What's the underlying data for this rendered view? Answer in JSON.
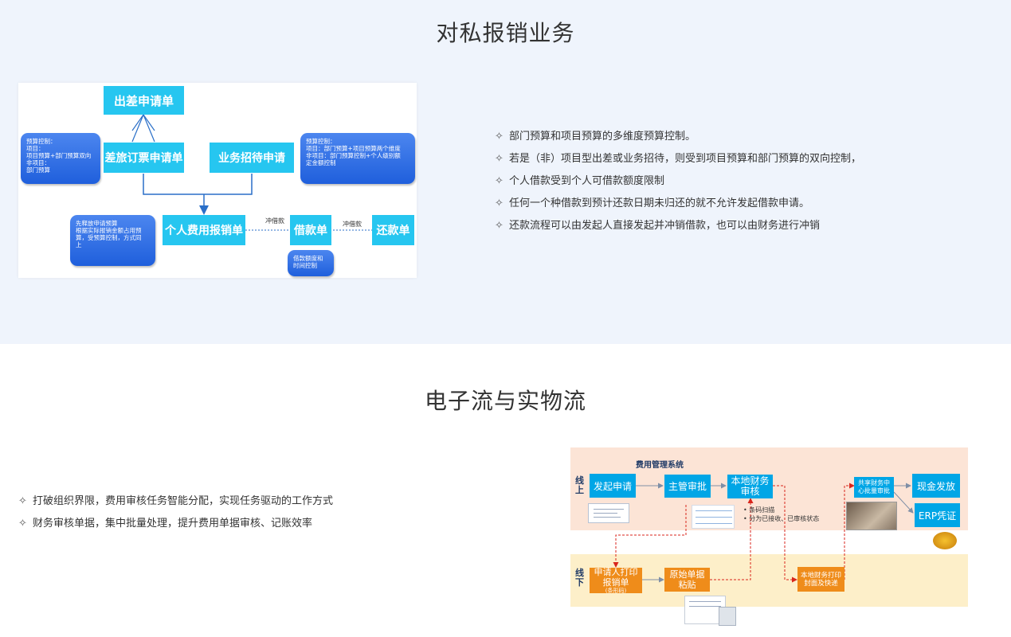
{
  "section1": {
    "title": "对私报销业务",
    "bullet_symbol": "✧",
    "bullets": [
      "部门预算和项目预算的多维度预算控制。",
      "若是（非）项目型出差或业务招待，则受到项目预算和部门预算的双向控制，",
      "个人借款受到个人可借款额度限制",
      "任何一个种借款到预计还款日期未归还的就不允许发起借款申请。",
      "还款流程可以由发起人直接发起并冲销借款，也可以由财务进行冲销"
    ],
    "diagram": {
      "travel_request": "出差申请单",
      "ticket_request": "差旅订票申请单",
      "entertain_request": "业务招待申请",
      "expense_claim": "个人费用报销单",
      "loan": "借款单",
      "repayment": "还款单",
      "offset_loan_1": "冲借款",
      "offset_loan_2": "冲借款",
      "note_left": [
        "预算控制：",
        "项目：",
        "项目预算+部门预算双向",
        "非项目：",
        "部门预算"
      ],
      "note_right": [
        "预算控制：",
        "项目：部门预算+项目预算两个维度",
        "非项目：部门预算控制+个人级别额",
        "定金额控制"
      ],
      "note_bottom_left": [
        "先释放申请预算",
        "根据实际报销金额占用预",
        "算，受预算控制，方式同",
        "上"
      ],
      "note_bottom_mid": [
        "借款额度和",
        "时间控制"
      ]
    }
  },
  "section2": {
    "title": "电子流与实物流",
    "bullet_symbol": "✧",
    "bullets": [
      "打破组织界限，费用审核任务智能分配，实现任务驱动的工作方式",
      "财务审核单据，集中批量处理，提升费用单据审核、记账效率"
    ],
    "diagram": {
      "system_title": "费用管理系统",
      "online": "线上",
      "offline": "线下",
      "submit": "发起申请",
      "manager_approve": "主管审批",
      "local_finance_review": "本地财务审核",
      "shared_center": "共享财务中心批量审批",
      "cash_payment": "现金发放",
      "erp_voucher": "ERP凭证",
      "print_claim": "申请人打印报销单",
      "barcode": "(条形码)",
      "paste_receipts": "原始单据粘贴",
      "local_finance_print": "本地财务打印封面及快递",
      "scan_notes": [
        "条码扫描",
        "分为已接收、已审核状态"
      ]
    }
  }
}
